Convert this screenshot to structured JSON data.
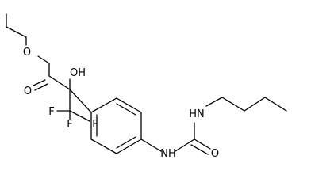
{
  "molecule": {
    "atom_labels": {
      "ester_o": "O",
      "carbonyl_o": "O",
      "hydroxyl": "OH",
      "f_top": "F",
      "f_left": "F",
      "f_mid": "F",
      "nh_upper": "HN",
      "nh_lower": "NH",
      "urea_o": "O"
    }
  }
}
